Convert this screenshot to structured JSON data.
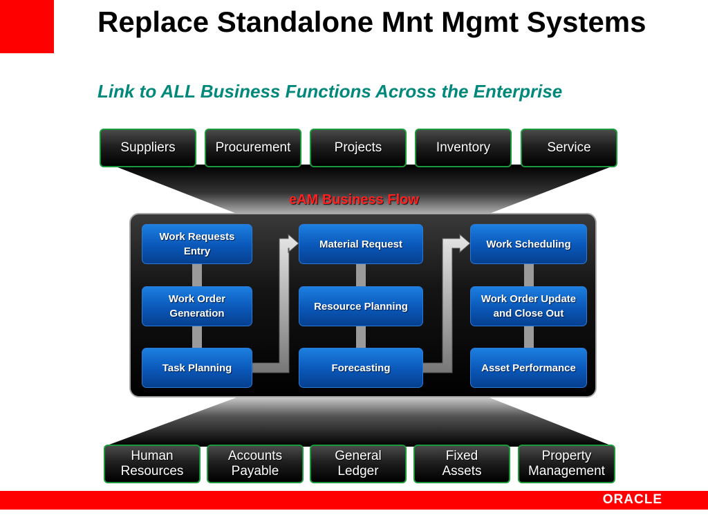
{
  "slide": {
    "title": "Replace Standalone Mnt Mgmt Systems",
    "subtitle": "Link to ALL Business Functions Across the Enterprise"
  },
  "top_modules": [
    "Suppliers",
    "Procurement",
    "Projects",
    "Inventory",
    "Service"
  ],
  "flow": {
    "title": "eAM Business Flow",
    "columns": [
      [
        "Work Requests\nEntry",
        "Work Order\nGeneration",
        "Task Planning"
      ],
      [
        "Material Request",
        "Resource Planning",
        "Forecasting"
      ],
      [
        "Work Scheduling",
        "Work Order Update\nand Close Out",
        "Asset Performance"
      ]
    ]
  },
  "bottom_modules": [
    "Human\nResources",
    "Accounts\nPayable",
    "General\nLedger",
    "Fixed\nAssets",
    "Property\nManagement"
  ],
  "footer": {
    "logo_text": "ORACLE"
  },
  "colors": {
    "accent_red": "#ff0000",
    "subtitle_teal": "#00897b",
    "flow_title_red": "#ff2020",
    "step_blue": "#0a57b8",
    "module_border_green": "#1a9a3a"
  }
}
